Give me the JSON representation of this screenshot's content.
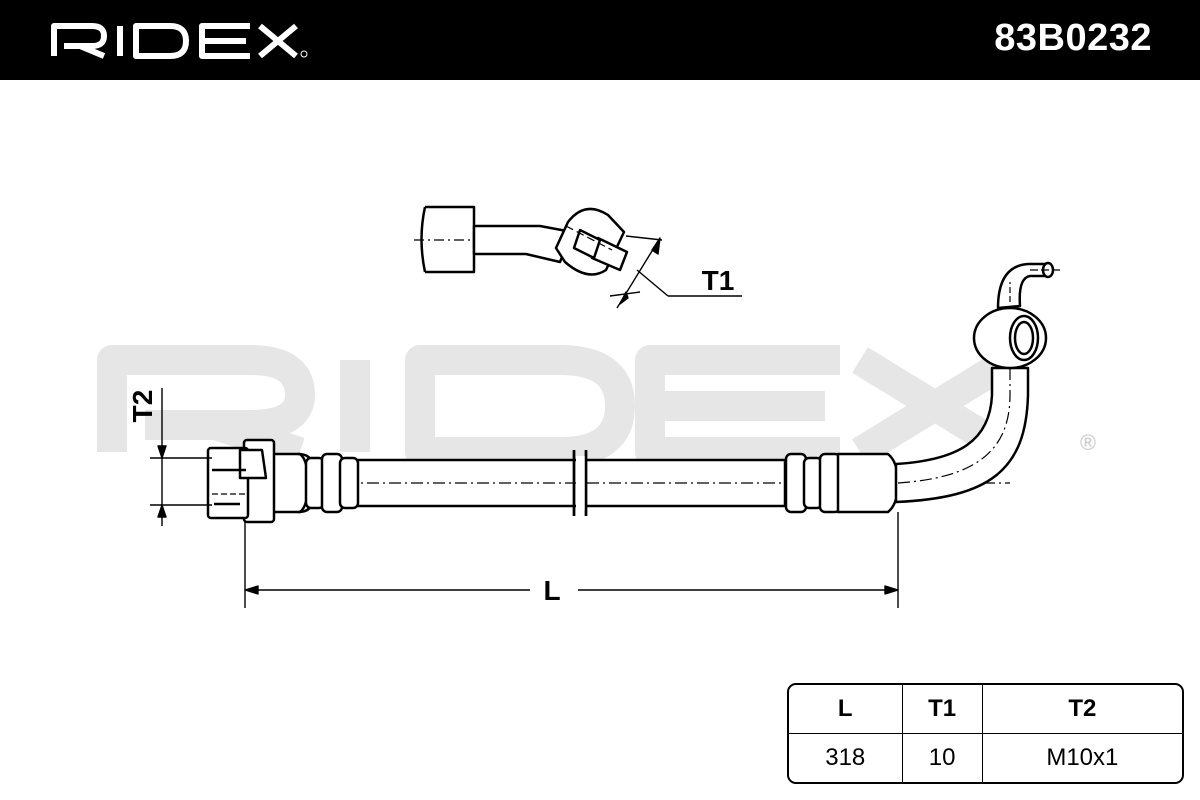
{
  "header": {
    "brand": "RIDEX",
    "part_number": "83B0232",
    "background_color": "#000000"
  },
  "watermark": {
    "text": "RIDEX",
    "registered_mark": "®",
    "color": "#e6e6e6"
  },
  "drawing": {
    "label_t1": "T1",
    "label_t2": "T2",
    "label_l": "L"
  },
  "spec_table": {
    "headers": [
      "L",
      "T1",
      "T2"
    ],
    "values": [
      "318",
      "10",
      "M10x1"
    ]
  }
}
